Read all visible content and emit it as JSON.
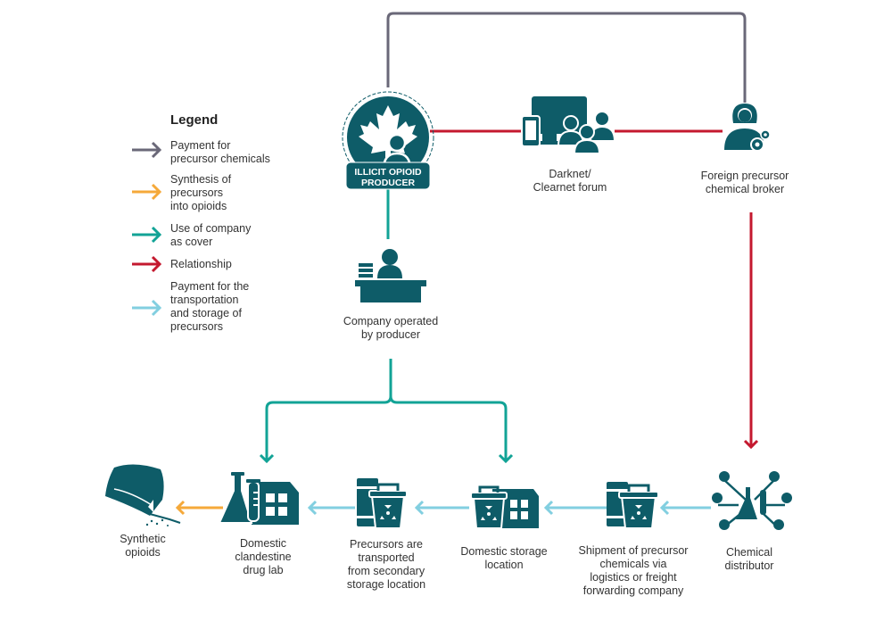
{
  "colors": {
    "icon_teal": "#0e5c68",
    "payment_precursor": "#6a6878",
    "synthesis": "#f5a93a",
    "company_cover": "#12a396",
    "relationship": "#c4192f",
    "transport_payment": "#82cfe0"
  },
  "legend": {
    "title": "Legend",
    "items": [
      {
        "label": "Payment for\nprecursor chemicals",
        "color_key": "payment_precursor"
      },
      {
        "label": "Synthesis of\nprecursors\ninto opioids",
        "color_key": "synthesis"
      },
      {
        "label": "Use of company\nas cover",
        "color_key": "company_cover"
      },
      {
        "label": "Relationship",
        "color_key": "relationship"
      },
      {
        "label": "Payment for the\ntransportation\nand storage of\nprecursors",
        "color_key": "transport_payment"
      }
    ]
  },
  "nodes": {
    "producer": {
      "badge": "ILLICIT OPIOID\nPRODUCER",
      "icon": "maple-leaf-person-icon"
    },
    "forum": {
      "label": "Darknet/\nClearnet forum",
      "icon": "devices-people-icon"
    },
    "broker": {
      "label": "Foreign precursor\nchemical broker",
      "icon": "person-gears-icon"
    },
    "company": {
      "label": "Company operated\nby producer",
      "icon": "person-at-desk-icon"
    },
    "distributor": {
      "label": "Chemical\ndistributor",
      "icon": "flask-network-icon"
    },
    "shipment": {
      "label": "Shipment of precursor\nchemicals via\nlogistics or freight\nforwarding company",
      "icon": "barrel-bucket-icon"
    },
    "storage": {
      "label": "Domestic storage\nlocation",
      "icon": "bucket-building-icon"
    },
    "transported": {
      "label": "Precursors are\ntransported\nfrom secondary\nstorage location",
      "icon": "barrel-bucket-icon"
    },
    "lab": {
      "label": "Domestic\nclandestine\ndrug lab",
      "icon": "flask-building-icon"
    },
    "opioids": {
      "label": "Synthetic\nopioids",
      "icon": "powder-bag-icon"
    }
  },
  "edges": [
    {
      "from": "producer",
      "to": "broker",
      "type": "payment_precursor"
    },
    {
      "from": "producer",
      "to": "forum",
      "type": "relationship"
    },
    {
      "from": "forum",
      "to": "broker",
      "type": "relationship"
    },
    {
      "from": "producer",
      "to": "company",
      "type": "company_cover"
    },
    {
      "from": "company",
      "to": "lab",
      "type": "company_cover"
    },
    {
      "from": "company",
      "to": "storage",
      "type": "company_cover"
    },
    {
      "from": "broker",
      "to": "distributor",
      "type": "relationship"
    },
    {
      "from": "distributor",
      "to": "shipment",
      "type": "transport_payment"
    },
    {
      "from": "shipment",
      "to": "storage",
      "type": "transport_payment"
    },
    {
      "from": "storage",
      "to": "transported",
      "type": "transport_payment"
    },
    {
      "from": "transported",
      "to": "lab",
      "type": "transport_payment"
    },
    {
      "from": "lab",
      "to": "opioids",
      "type": "synthesis"
    }
  ]
}
